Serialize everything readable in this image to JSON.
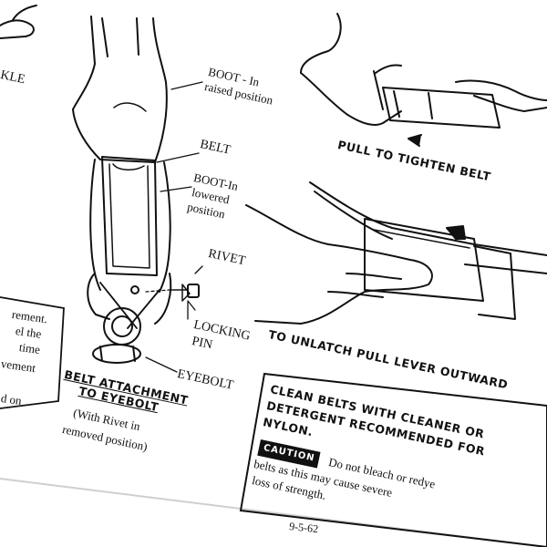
{
  "labels": {
    "kle": "KLE",
    "boot_raised_1": "BOOT - In",
    "boot_raised_2": "raised position",
    "belt": "BELT",
    "boot_lowered_1": "BOOT-In",
    "boot_lowered_2": "lowered",
    "boot_lowered_3": "position",
    "rivet": "RIVET",
    "locking_1": "LOCKING",
    "locking_2": "PIN",
    "eyebolt": "EYEBOLT",
    "pull_tighten": "PULL TO TIGHTEN BELT",
    "unlatch": "TO UNLATCH PULL LEVER OUTWARD"
  },
  "attachment": {
    "title_1": "BELT ATTACHMENT",
    "title_2": "TO EYEBOLT",
    "sub_1": "(With Rivet in",
    "sub_2": "removed position)"
  },
  "left_text": [
    "rement.",
    "el the",
    "time",
    "vement",
    "d on"
  ],
  "notice": {
    "line1": "CLEAN BELTS WITH CLEANER OR",
    "line2": "DETERGENT RECOMMENDED FOR",
    "line3": "NYLON.",
    "caution": "CAUTION",
    "warn1": "Do not bleach or redye",
    "warn2": "belts as this may cause severe",
    "warn3": "loss of strength."
  },
  "date": "9-5-62"
}
